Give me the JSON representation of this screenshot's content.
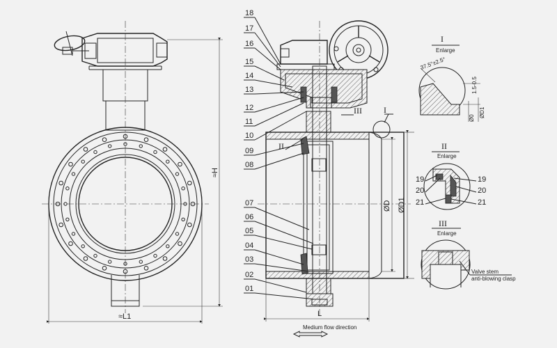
{
  "front_view": {
    "dim_width": "≈L1",
    "dim_height": "≈H"
  },
  "section_view": {
    "part_numbers": [
      "18",
      "17",
      "16",
      "15",
      "14",
      "13",
      "12",
      "11",
      "10",
      "09",
      "08",
      "07",
      "06",
      "05",
      "04",
      "03",
      "02",
      "01"
    ],
    "dim_length": "L",
    "dim_d": "ØD",
    "dim_d1": "ØD1",
    "flow_label": "Medium flow direction",
    "callout_I": "I",
    "callout_II": "II",
    "callout_III": "III"
  },
  "detail_I": {
    "roman": "I",
    "title": "Enlarge",
    "angle": "37.5°±2.5°",
    "tol": "1.5-0.5",
    "d0": "Ø0",
    "d1": "ØD1"
  },
  "detail_II": {
    "roman": "II",
    "title": "Enlarge",
    "left": [
      "19",
      "20",
      "21"
    ],
    "right": [
      "19",
      "20",
      "21"
    ]
  },
  "detail_III": {
    "roman": "III",
    "title": "Enlarge",
    "note_line1": "Valve stem",
    "note_line2": "anti-blowing clasp"
  }
}
